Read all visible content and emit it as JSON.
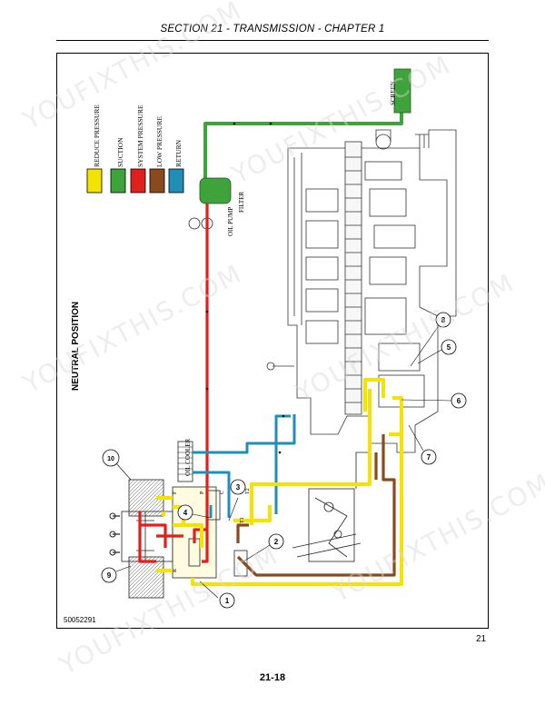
{
  "header": {
    "section_title": "SECTION 21 - TRANSMISSION - CHAPTER 1"
  },
  "diagram": {
    "title": "NEUTRAL POSITION",
    "legend": [
      {
        "label": "REDUCE PRESSURE",
        "color": "#f4e200"
      },
      {
        "label": "SUCTION",
        "color": "#3ea33a"
      },
      {
        "label": "SYSTEM PRESSURE",
        "color": "#e0201b"
      },
      {
        "label": "LOW PRESSURE",
        "color": "#8a4a1c"
      },
      {
        "label": "RETURN",
        "color": "#1f8fb8"
      }
    ],
    "labels": {
      "screen": "SCREEN",
      "filter": "FILTER",
      "oil_pump": "OIL PUMP",
      "oil_cooler": "OIL COOLER",
      "port_p": "P",
      "port_c": "C",
      "port_t1": "T1",
      "port_t2": "T2",
      "port_f": "F",
      "port_r": "R"
    },
    "callouts": [
      "1",
      "2",
      "3",
      "4",
      "5",
      "6",
      "7",
      "8",
      "9",
      "10"
    ],
    "figure_id": "50052291"
  },
  "figure_number": "21",
  "page_number": "21-18",
  "watermarks": [
    "YOUFIXTHIS.COM"
  ]
}
